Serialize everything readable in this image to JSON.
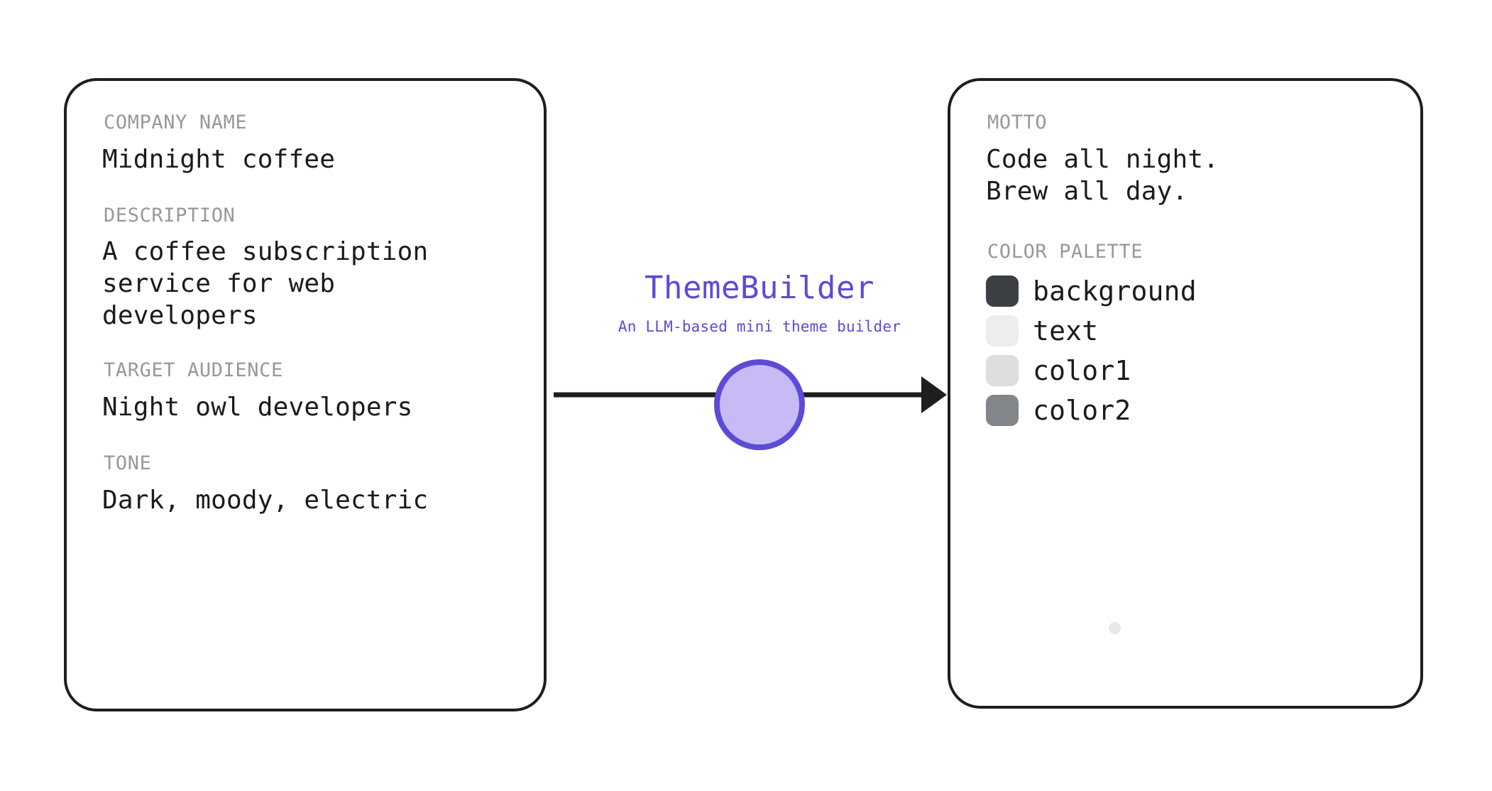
{
  "brand": {
    "title": "ThemeBuilder",
    "subtitle": "An LLM-based mini theme builder",
    "accent_color": "#5b4bd6",
    "node_fill_color": "#c7baf5",
    "node_stroke_color": "#5b4bd6"
  },
  "connector": {
    "name": "arrow",
    "direction": "left-to-right",
    "stroke_color": "#1e1e1e"
  },
  "input_card": {
    "stroke_color": "#1e1e1e",
    "fields": [
      {
        "label": "COMPANY NAME",
        "value": "Midnight coffee"
      },
      {
        "label": "DESCRIPTION",
        "value": "A coffee subscription\nservice for web\ndevelopers"
      },
      {
        "label": "TARGET AUDIENCE",
        "value": "Night owl developers"
      },
      {
        "label": "TONE",
        "value": "Dark, moody, electric"
      }
    ]
  },
  "output_card": {
    "stroke_color": "#1e1e1e",
    "motto": {
      "label": "MOTTO",
      "value": "Code all night.\nBrew all day."
    },
    "palette": {
      "label": "COLOR PALETTE",
      "swatches": [
        {
          "name": "background",
          "color": "#3c3f44"
        },
        {
          "name": "text",
          "color": "#ecedef"
        },
        {
          "name": "color1",
          "color": "#dcdee0"
        },
        {
          "name": "color2",
          "color": "#82868a"
        }
      ],
      "dot_color": "#e7e8ea"
    }
  }
}
